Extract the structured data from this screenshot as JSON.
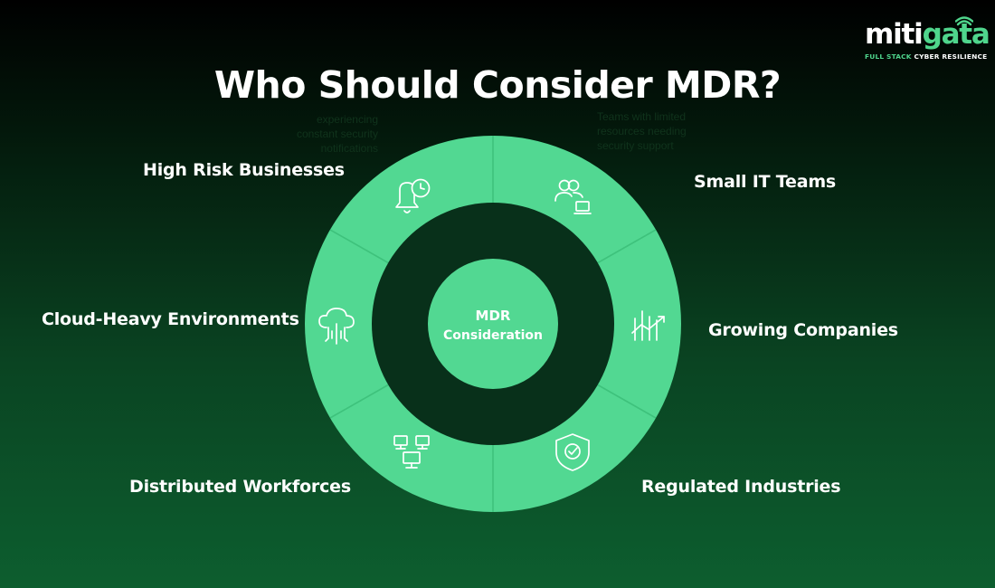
{
  "brand": {
    "name_part1": "miti",
    "name_part2": "gata",
    "tagline_part1": "FULL STACK",
    "tagline_part2": "CYBER RESILIENCE"
  },
  "title": "Who Should Consider MDR?",
  "center": {
    "line1": "MDR",
    "line2": "Consideration"
  },
  "faint_notes": {
    "left": [
      "experiencing",
      "constant security",
      "notifications"
    ],
    "right": [
      "Teams with limited",
      "resources needing",
      "security support"
    ]
  },
  "segments": [
    {
      "label": "High Risk Businesses",
      "icon": "bell-clock-icon"
    },
    {
      "label": "Small IT Teams",
      "icon": "team-laptop-icon"
    },
    {
      "label": "Cloud-Heavy Environments",
      "icon": "cloud-network-icon"
    },
    {
      "label": "Growing Companies",
      "icon": "growth-chart-icon"
    },
    {
      "label": "Distributed Workforces",
      "icon": "remote-workstations-icon"
    },
    {
      "label": "Regulated Industries",
      "icon": "shield-check-icon"
    }
  ],
  "colors": {
    "ring": "#52d892",
    "ring_divider": "#3ec27c",
    "brand_accent": "#4fd58c",
    "center_text": "#ffffff"
  }
}
